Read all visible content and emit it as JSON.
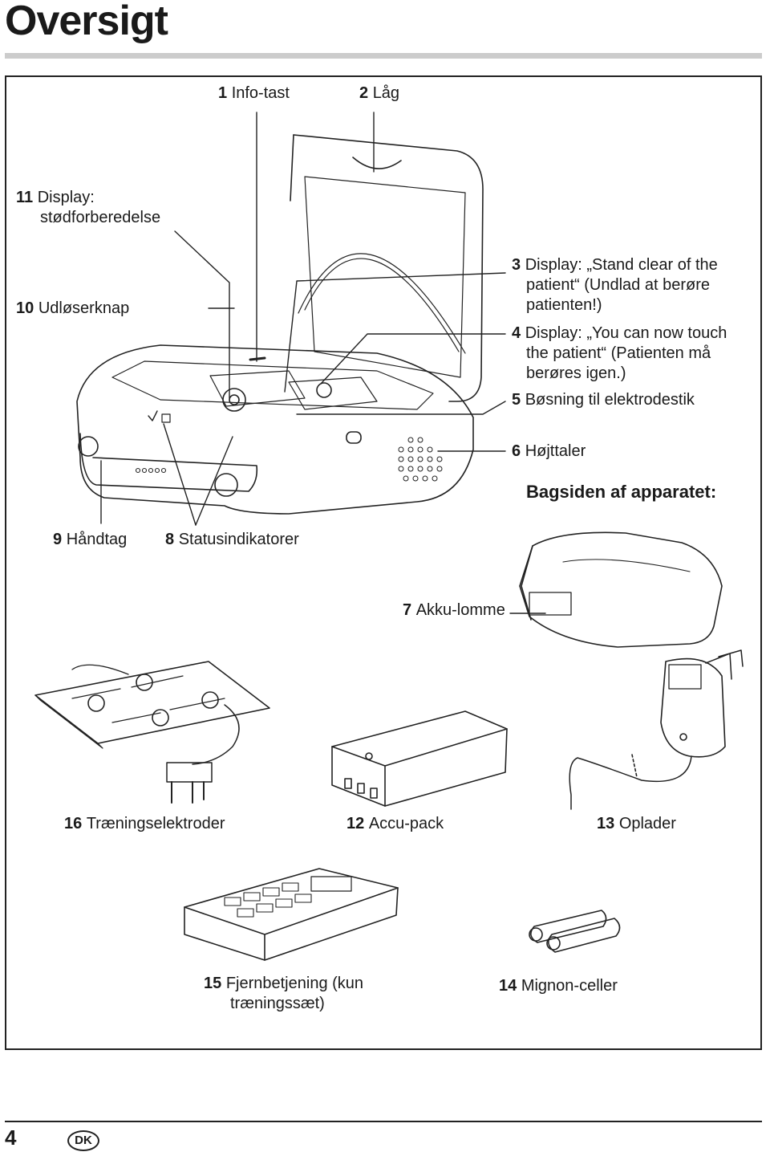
{
  "page": {
    "title": "Oversigt",
    "page_number": "4",
    "country_code": "DK"
  },
  "labels": [
    {
      "num": "1",
      "text": "Info-tast"
    },
    {
      "num": "2",
      "text": "Låg"
    },
    {
      "num": "11",
      "text": "Display:",
      "text2": "stødforberedelse"
    },
    {
      "num": "10",
      "text": "Udløserknap"
    },
    {
      "num": "3",
      "text": "Display: „Stand clear of the",
      "text2": "patient“ (Undlad at berøre",
      "text3": "patienten!)"
    },
    {
      "num": "4",
      "text": "Display: „You can now touch",
      "text2": "the patient“ (Patienten må",
      "text3": "berøres igen.)"
    },
    {
      "num": "5",
      "text": "Bøsning til elektrodestik"
    },
    {
      "num": "6",
      "text": "Højttaler"
    },
    {
      "num": "9",
      "text": "Håndtag"
    },
    {
      "num": "8",
      "text": "Statusindikatorer"
    },
    {
      "num": "7",
      "text": "Akku-lomme"
    },
    {
      "num": "16",
      "text": "Træningselektroder"
    },
    {
      "num": "12",
      "text": "Accu-pack"
    },
    {
      "num": "13",
      "text": "Oplader"
    },
    {
      "num": "15",
      "text": "Fjernbetjening (kun",
      "text2": "træningssæt)"
    },
    {
      "num": "14",
      "text": "Mignon-celler"
    }
  ],
  "rear_heading": "Bagsiden af apparatet:"
}
